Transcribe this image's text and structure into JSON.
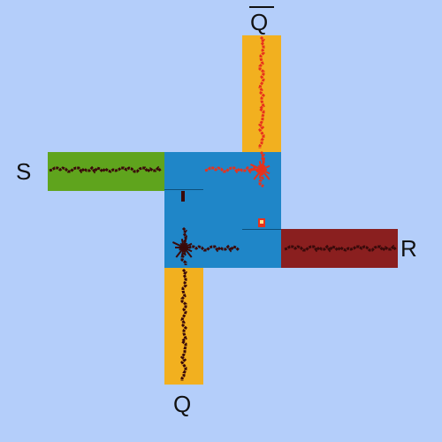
{
  "labels": {
    "s": "S",
    "r": "R",
    "q": "Q",
    "q_bar": "Q"
  },
  "colors": {
    "background": "#b4cefa",
    "input_s": "#5fa41d",
    "input_r": "#8a1f1f",
    "output_q": "#f2b01f",
    "output_q_bar": "#f2b01f",
    "core": "#1f86c8",
    "signal_dark": "#3a0a0a",
    "signal_red": "#e8321c",
    "hot_spot": "#ffe08a"
  }
}
